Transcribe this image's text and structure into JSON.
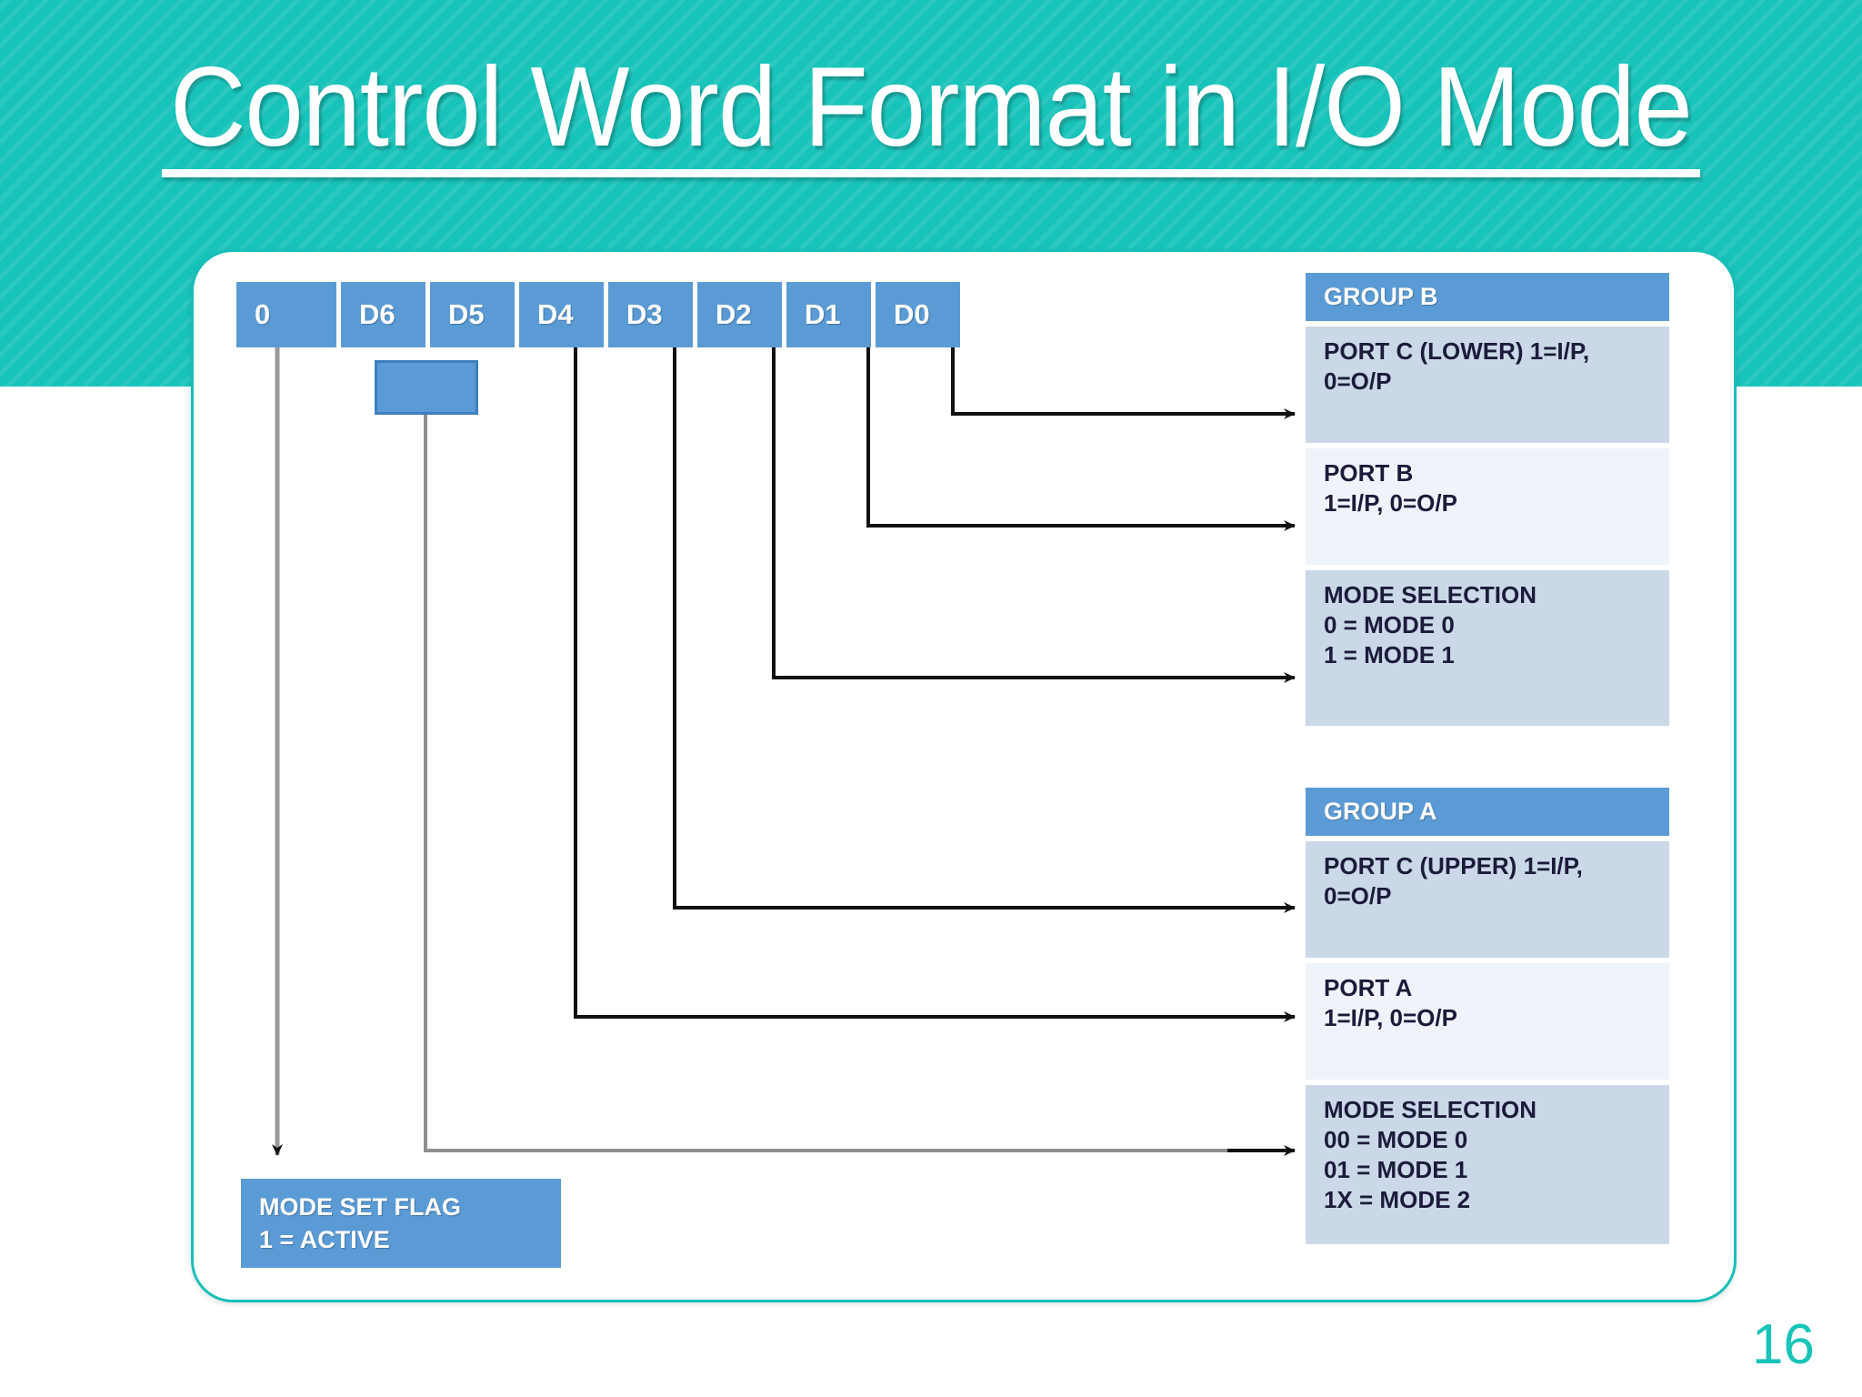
{
  "slide": {
    "title": "Control Word Format in I/O Mode",
    "page_number": "16",
    "banner_color": "#18C3BA",
    "accent_color": "#5B9BD5",
    "card_border_color": "#16BFB8"
  },
  "control_word": {
    "bits": [
      {
        "label": "0",
        "name": "bit-msb"
      },
      {
        "label": "D6",
        "name": "bit-d6"
      },
      {
        "label": "D5",
        "name": "bit-d5"
      },
      {
        "label": "D4",
        "name": "bit-d4"
      },
      {
        "label": "D3",
        "name": "bit-d3"
      },
      {
        "label": "D2",
        "name": "bit-d2"
      },
      {
        "label": "D1",
        "name": "bit-d1"
      },
      {
        "label": "D0",
        "name": "bit-d0"
      }
    ]
  },
  "group_b": {
    "header": "GROUP B",
    "rows": [
      {
        "line1": "PORT C (LOWER) 1=I/P,",
        "line2": "0=O/P",
        "line3": ""
      },
      {
        "line1": "PORT B",
        "line2": "1=I/P,  0=O/P",
        "line3": ""
      },
      {
        "line1": "MODE SELECTION",
        "line2": "0 = MODE 0",
        "line3": "1 = MODE 1"
      }
    ]
  },
  "group_a": {
    "header": "GROUP A",
    "rows": [
      {
        "line1": "PORT C (UPPER) 1=I/P,",
        "line2": "0=O/P",
        "line3": "",
        "line4": ""
      },
      {
        "line1": "PORT A",
        "line2": "1=I/P,  0=O/P",
        "line3": "",
        "line4": ""
      },
      {
        "line1": "MODE SELECTION",
        "line2": "00 = MODE 0",
        "line3": "01 = MODE 1",
        "line4": "1X = MODE 2"
      }
    ]
  },
  "mode_set_flag": {
    "line1": "MODE SET FLAG",
    "line2": "1 = ACTIVE"
  }
}
